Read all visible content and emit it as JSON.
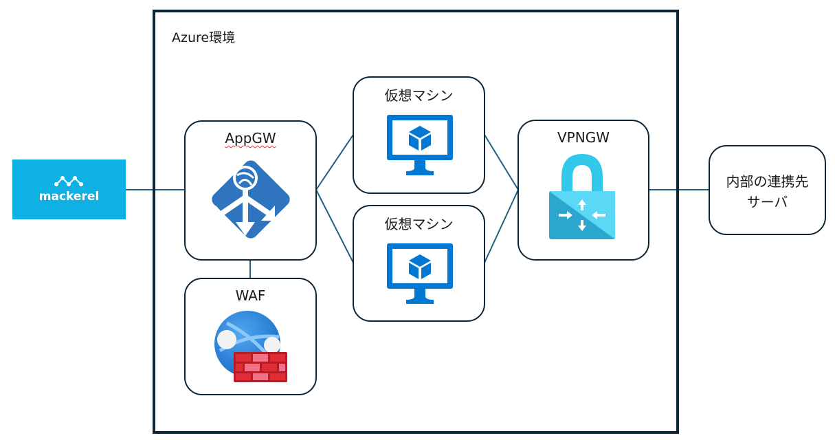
{
  "diagram": {
    "external_service": {
      "name": "mackerel",
      "logo_color": "#0fb0e3"
    },
    "environment": {
      "label": "Azure環境",
      "border_color": "#0d2535"
    },
    "nodes": {
      "appgw": {
        "title": "AppGW",
        "icon": "application-gateway-icon"
      },
      "waf": {
        "title": "WAF",
        "icon": "web-application-firewall-icon"
      },
      "vm1": {
        "title": "仮想マシン",
        "icon": "virtual-machine-icon"
      },
      "vm2": {
        "title": "仮想マシン",
        "icon": "virtual-machine-icon"
      },
      "vpngw": {
        "title": "VPNGW",
        "icon": "vpn-gateway-lock-icon"
      },
      "internal": {
        "line1": "内部の連携先",
        "line2": "サーバ"
      }
    },
    "connections": [
      [
        "mackerel",
        "appgw"
      ],
      [
        "appgw",
        "waf"
      ],
      [
        "appgw",
        "vm1"
      ],
      [
        "appgw",
        "vm2"
      ],
      [
        "vm1",
        "vpngw"
      ],
      [
        "vm2",
        "vpngw"
      ],
      [
        "vpngw",
        "internal"
      ]
    ],
    "colors": {
      "line": "#1f5f7f",
      "azure_blue": "#0078d4",
      "vpn_cyan": "#32c8ec",
      "firewall_red": "#d8242c"
    }
  }
}
